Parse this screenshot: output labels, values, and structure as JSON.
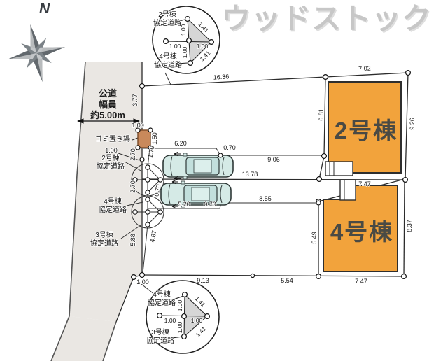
{
  "title": "ウッドストック",
  "compass": {
    "label": "N"
  },
  "road": {
    "line1": "公道",
    "line2": "幅員",
    "line3": "約5.00m"
  },
  "site": {
    "garbage_label": "ゴミ置き場",
    "building2": "2号棟",
    "building4": "4号棟",
    "labels": {
      "b2road": {
        "l1": "2号棟",
        "l2": "協定道路"
      },
      "b4road": {
        "l1": "4号棟",
        "l2": "協定道路"
      },
      "b3road": {
        "l1": "3号棟",
        "l2": "協定道路"
      }
    }
  },
  "dims": {
    "road_top": "3.77",
    "top_edge": "16.36",
    "lot2_top": "7.02",
    "lot2_left": "6.81",
    "lot2_right": "9.26",
    "garbage_top": "1.00",
    "garbage_right": "1.50",
    "left_100": "1.00",
    "left_170": "1.70",
    "left_270a": "2.70",
    "left_270b": "2.70",
    "left_070": "0.70",
    "park_620": "6.20",
    "park_070a": "0.70",
    "park_906": "9.06",
    "mid_1378": "13.78",
    "park_855": "8.55",
    "park_520": "5.20",
    "park_070b": "0.70",
    "left_588": "5.88",
    "left_487": "4.87",
    "bottom_100": "1.00",
    "bottom_913": "9.13",
    "bottom_554": "5.54",
    "divider_747": "7.47",
    "lot4_bottom": "7.47",
    "lot4_left": "5.49",
    "lot4_right": "8.37"
  },
  "callout_top": {
    "label_a1": "2号棟",
    "label_a2": "協定道路",
    "label_b1": "4号棟",
    "label_b2": "協定道路",
    "h1": "1.00",
    "h2": "1.00",
    "v1": "1.00",
    "v2": "1.00",
    "d1": "1.41",
    "d2": "1.41"
  },
  "callout_bottom": {
    "label_a1": "4号棟",
    "label_a2": "協定道路",
    "label_b1": "3号棟",
    "label_b2": "協定道路",
    "h1": "1.00",
    "h2": "1.00",
    "v1": "1.00",
    "v2": "1.00",
    "d1": "1.41",
    "d2": "1.41"
  },
  "colors": {
    "building": "#f2a33c",
    "road": "#eae7e3",
    "garbage": "#c9895b",
    "car": "#d5eae6",
    "line": "#2b2b2b",
    "title": "#c7c7c7",
    "callout_shade": "#d6d6d6"
  }
}
